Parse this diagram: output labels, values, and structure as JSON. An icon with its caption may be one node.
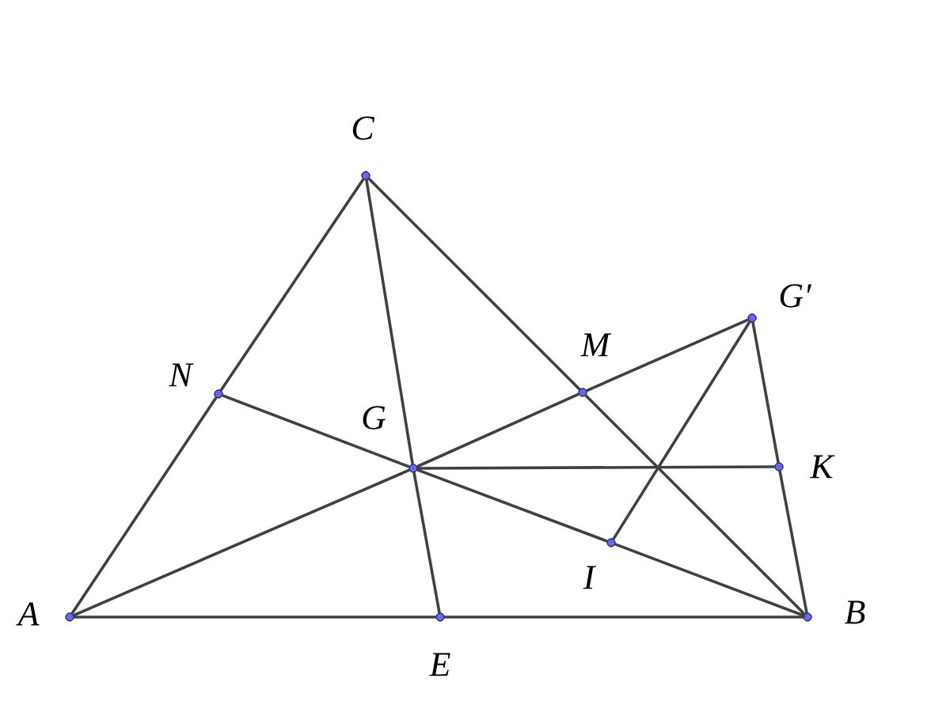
{
  "diagram": {
    "nodes": [
      {
        "text": [],
        "shape": "circle",
        "beside": [
          "A"
        ]
      },
      {
        "text": [],
        "shape": "circle",
        "beside": [
          "B"
        ]
      },
      {
        "text": [],
        "shape": "circle",
        "beside": [
          "C"
        ]
      },
      {
        "text": [],
        "shape": "circle",
        "beside": [
          "N"
        ]
      },
      {
        "text": [],
        "shape": "circle",
        "beside": [
          "G"
        ]
      },
      {
        "text": [],
        "shape": "circle",
        "beside": [
          "M"
        ]
      },
      {
        "text": [],
        "shape": "circle",
        "beside": [
          "G′"
        ]
      },
      {
        "text": [],
        "shape": "circle",
        "beside": [
          "K"
        ]
      },
      {
        "text": [],
        "shape": "circle",
        "beside": [
          "I"
        ]
      },
      {
        "text": [],
        "shape": "circle",
        "beside": [
          "E"
        ]
      }
    ],
    "edges": [
      {
        "from": 0,
        "to": 9,
        "arrow": "none"
      },
      {
        "from": 9,
        "to": 1,
        "arrow": "none"
      },
      {
        "from": 0,
        "to": 3,
        "arrow": "none"
      },
      {
        "from": 3,
        "to": 2,
        "arrow": "none"
      },
      {
        "from": 2,
        "to": 5,
        "arrow": "none"
      },
      {
        "from": 5,
        "to": 1,
        "arrow": "none"
      },
      {
        "from": 2,
        "to": 4,
        "arrow": "none"
      },
      {
        "from": 4,
        "to": 9,
        "arrow": "none"
      },
      {
        "from": 3,
        "to": 4,
        "arrow": "none"
      },
      {
        "from": 4,
        "to": 8,
        "arrow": "none"
      },
      {
        "from": 8,
        "to": 1,
        "arrow": "none"
      },
      {
        "from": 0,
        "to": 4,
        "arrow": "none"
      },
      {
        "from": 4,
        "to": 5,
        "arrow": "none"
      },
      {
        "from": 5,
        "to": 6,
        "arrow": "none"
      },
      {
        "from": 6,
        "to": 7,
        "arrow": "none"
      },
      {
        "from": 7,
        "to": 1,
        "arrow": "none"
      },
      {
        "from": 4,
        "to": 7,
        "arrow": "none"
      },
      {
        "from": 6,
        "to": 8,
        "arrow": "none"
      }
    ]
  }
}
